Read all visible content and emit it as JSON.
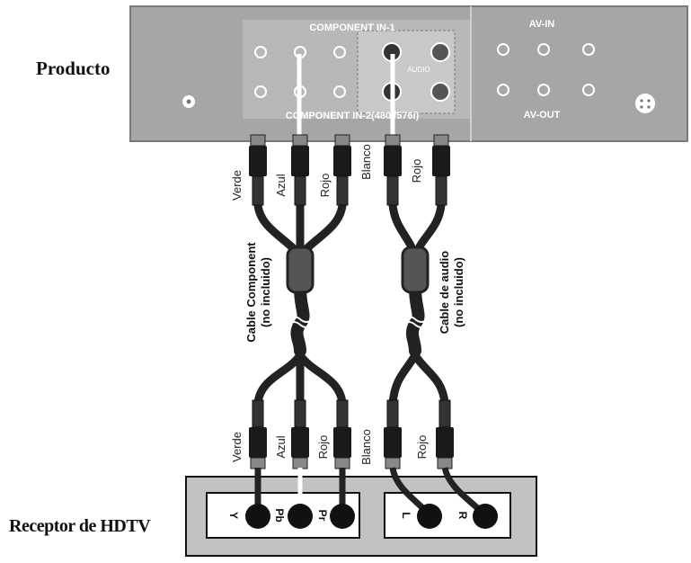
{
  "labels": {
    "product": "Producto",
    "receiver": "Receptor de HDTV"
  },
  "panel": {
    "component_in_1": "COMPONENT IN-1",
    "component_in_2": "COMPONENT IN-2(480i/576i)",
    "audio": "AUDIO",
    "av_in": "AV-IN",
    "av_out": "AV-OUT"
  },
  "cables": {
    "component_line1": "Cable Component",
    "component_line2": "(no incluido)",
    "audio_line1": "Cable de audio",
    "audio_line2": "(no incluido)"
  },
  "plug_labels_top": [
    "Verde",
    "Azul",
    "Rojo",
    "Blanco",
    "Rojo"
  ],
  "plug_labels_bottom": [
    "Verde",
    "Azul",
    "Rojo",
    "Blanco",
    "Rojo"
  ],
  "receiver_jacks": [
    "Y",
    "Pb",
    "Pr",
    "L",
    "R"
  ],
  "colors": {
    "panel": "#a6a6a6",
    "panel_highlight": "#bdbdbd",
    "cable": "#222222",
    "plug": "#1a1a1a",
    "white_wire": "#ffffff",
    "receiver": "#c2c2c2"
  }
}
